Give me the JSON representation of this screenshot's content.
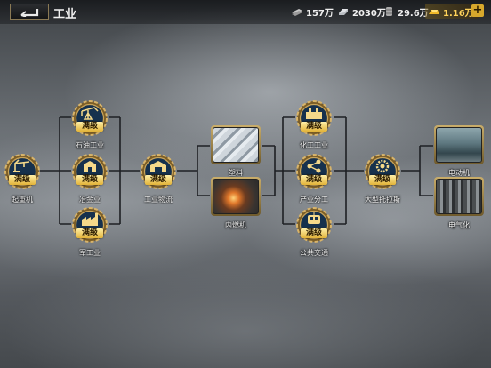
{
  "header": {
    "title": "工业",
    "resources": [
      {
        "icon": "cash-stack-icon",
        "value": "157万"
      },
      {
        "icon": "steel-ingot-icon",
        "value": "2030万"
      },
      {
        "icon": "oil-barrel-icon",
        "value": "29.6万"
      },
      {
        "icon": "gold-bar-icon",
        "value": "1.16万"
      }
    ],
    "add_label": "+"
  },
  "tech_tree": {
    "maxed_badge": "满级",
    "nodes": {
      "crane": "起重机",
      "oil_industry": "石油工业",
      "metallurgy": "冶金业",
      "military_industry": "军工业",
      "industrial_logistics": "工业物流",
      "plastics": "塑料",
      "combustion_engine": "内燃机",
      "chemical_industry": "化工工业",
      "division_of_labor": "产业分工",
      "public_transport": "公共交通",
      "large_trust": "大型托拉斯",
      "electric_motor": "电动机",
      "electrification": "电气化"
    }
  }
}
